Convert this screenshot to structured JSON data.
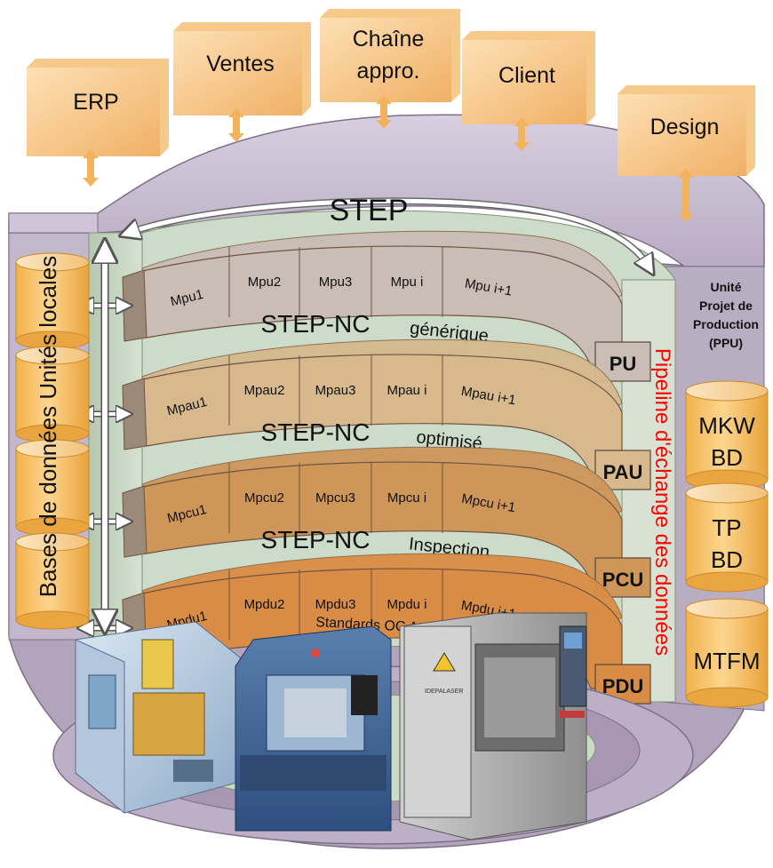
{
  "systems": [
    {
      "id": "erp",
      "label": "ERP"
    },
    {
      "id": "ventes",
      "label": "Ventes"
    },
    {
      "id": "chaine_line1",
      "label": "Chaîne"
    },
    {
      "id": "chaine_line2",
      "label": "appro."
    },
    {
      "id": "client",
      "label": "Client"
    },
    {
      "id": "design",
      "label": "Design"
    }
  ],
  "step_label": "STEP",
  "rings": [
    {
      "units": [
        "Mpu1",
        "Mpu2",
        "Mpu3",
        "Mpu i",
        "Mpu i+1"
      ],
      "title": "STEP-NC",
      "subtitle": "générique",
      "unit_code": "PU",
      "color": "#c9bdb6"
    },
    {
      "units": [
        "Mpau1",
        "Mpau2",
        "Mpau3",
        "Mpau i",
        "Mpau i+1"
      ],
      "title": "STEP-NC",
      "subtitle": "optimisé",
      "unit_code": "PAU",
      "color": "#d7b98d"
    },
    {
      "units": [
        "Mpcu1",
        "Mpcu2",
        "Mpcu3",
        "Mpcu i",
        "Mpcu i+1"
      ],
      "title": "STEP-NC",
      "subtitle": "Inspection",
      "unit_code": "PCU",
      "color": "#cf965a"
    },
    {
      "units": [
        "Mpdu1",
        "Mpdu2",
        "Mpdu3",
        "Mpdu i",
        "Mpdu i+1"
      ],
      "title": "Standards OC Atelier",
      "subtitle": "",
      "unit_code": "PDU",
      "color": "#d98c45"
    }
  ],
  "local_db_label": "Bases de données Unités locales",
  "pipeline_label": "Pipeline d'échange des données",
  "ppu_label": [
    "Unité",
    "Projet de",
    "Production",
    "(PPU)"
  ],
  "right_dbs": [
    [
      "MKW",
      "BD"
    ],
    [
      "TP",
      "BD"
    ],
    [
      "MTFM"
    ]
  ],
  "colors": {
    "box": "#f3bb73",
    "platform_top": "#cdc2d6",
    "platform_side": "#a99bb1",
    "wall": "#c7d6c2",
    "cylinder": "#f6bd5c",
    "pipeline_text": "#ff0000"
  }
}
